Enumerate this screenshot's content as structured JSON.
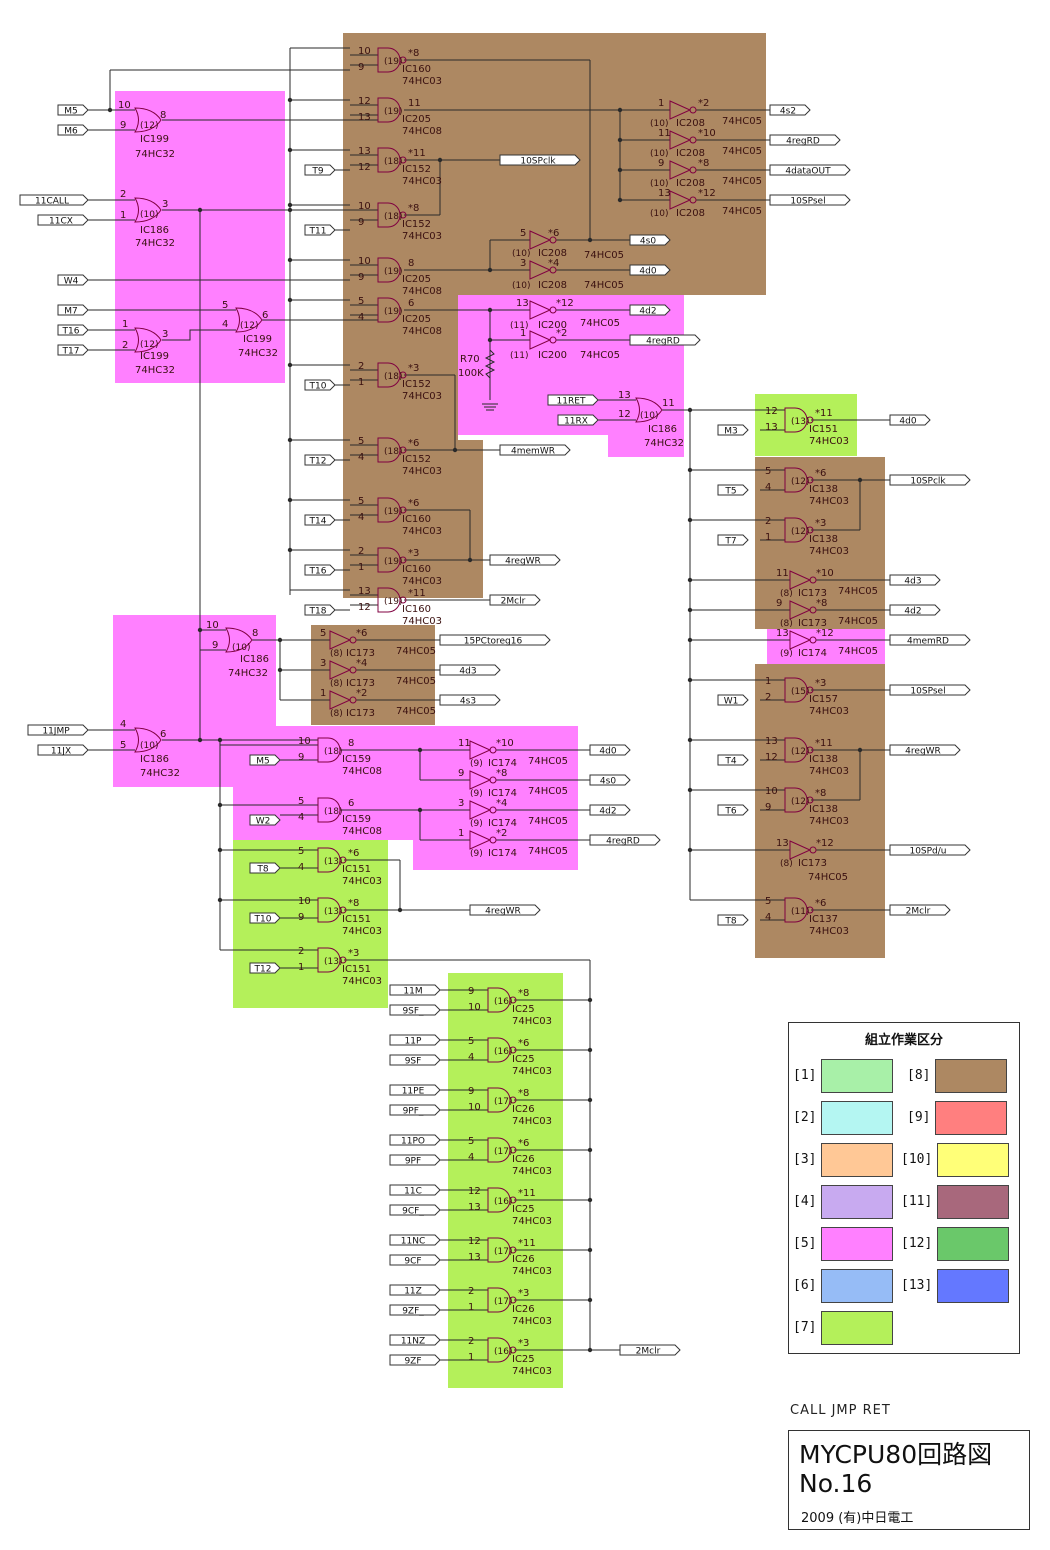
{
  "regions": [
    {
      "color": "#ad8862",
      "rect": [
        0,
        0,
        0,
        0
      ]
    }
  ],
  "legend": {
    "title": "組立作業区分",
    "items": [
      {
        "label": "[1]",
        "color": "#a8f0a8"
      },
      {
        "label": "[8]",
        "color": "#ad8862"
      },
      {
        "label": "[2]",
        "color": "#b4f6f2"
      },
      {
        "label": "[9]",
        "color": "#ff7f7f"
      },
      {
        "label": "[3]",
        "color": "#ffc896"
      },
      {
        "label": "[10]",
        "color": "#ffff78"
      },
      {
        "label": "[4]",
        "color": "#c8aaf0"
      },
      {
        "label": "[11]",
        "color": "#a8687c"
      },
      {
        "label": "[5]",
        "color": "#ff80ff"
      },
      {
        "label": "[12]",
        "color": "#6ac86a"
      },
      {
        "label": "[6]",
        "color": "#96bcf6"
      },
      {
        "label": "[13]",
        "color": "#6478ff"
      },
      {
        "label": "[7]",
        "color": "#b4f05a"
      }
    ]
  },
  "subtitle": "CALL  JMP  RET",
  "title": {
    "line1": "MYCPU80回路図",
    "line2": "No.16",
    "line3": "2009 (有)中日電工"
  },
  "colors": {
    "brown": "#ad8862",
    "magenta": "#ff80ff",
    "green": "#b4f05a",
    "wire": "#2a2a2a",
    "gate": "#800040"
  },
  "signals": {
    "in_left": [
      "M5",
      "M6",
      "11CALL",
      "11CX",
      "T9",
      "T11",
      "W4",
      "M7",
      "T16",
      "T17",
      "T10",
      "T12",
      "T14",
      "T16",
      "T18",
      "11JMP",
      "11JX",
      "M5",
      "W2",
      "T8",
      "T10",
      "T12"
    ],
    "in_mid": [
      "11RET",
      "11RX",
      "11M",
      "9SF_",
      "11P",
      "9SF",
      "11PE",
      "9PF_",
      "11PO",
      "9PF",
      "11C",
      "9CF_",
      "11NC",
      "9CF",
      "11Z",
      "9ZF_",
      "11NZ",
      "9ZF"
    ],
    "in_right": [
      "M3",
      "T5",
      "T7",
      "W1",
      "T4",
      "T6",
      "T8"
    ],
    "outputs": [
      "4s2",
      "4regRD",
      "4dataOUT",
      "10SPsel",
      "10SPclk",
      "4s0",
      "4d0",
      "4d2",
      "4regRD",
      "4memWR",
      "4regWR",
      "2Mclr",
      "15PCtoreg16",
      "4d3",
      "4s3",
      "4d0",
      "4s0",
      "4d2",
      "4regRD",
      "4regWR",
      "4d0",
      "10SPclk",
      "4d3",
      "4d2",
      "4memRD",
      "10SPsel",
      "4regWR",
      "10SPd/u",
      "2Mclr",
      "2Mclr"
    ]
  },
  "parts": {
    "chips": [
      "IC160",
      "IC205",
      "IC152",
      "IC208",
      "IC199",
      "IC186",
      "IC200",
      "IC159",
      "IC174",
      "IC173",
      "IC151",
      "IC25",
      "IC26",
      "IC138",
      "IC157",
      "IC137"
    ],
    "types": [
      "74HC03",
      "74HC08",
      "74HC05",
      "74HC32"
    ],
    "resistor": [
      "R70",
      "100K"
    ]
  }
}
